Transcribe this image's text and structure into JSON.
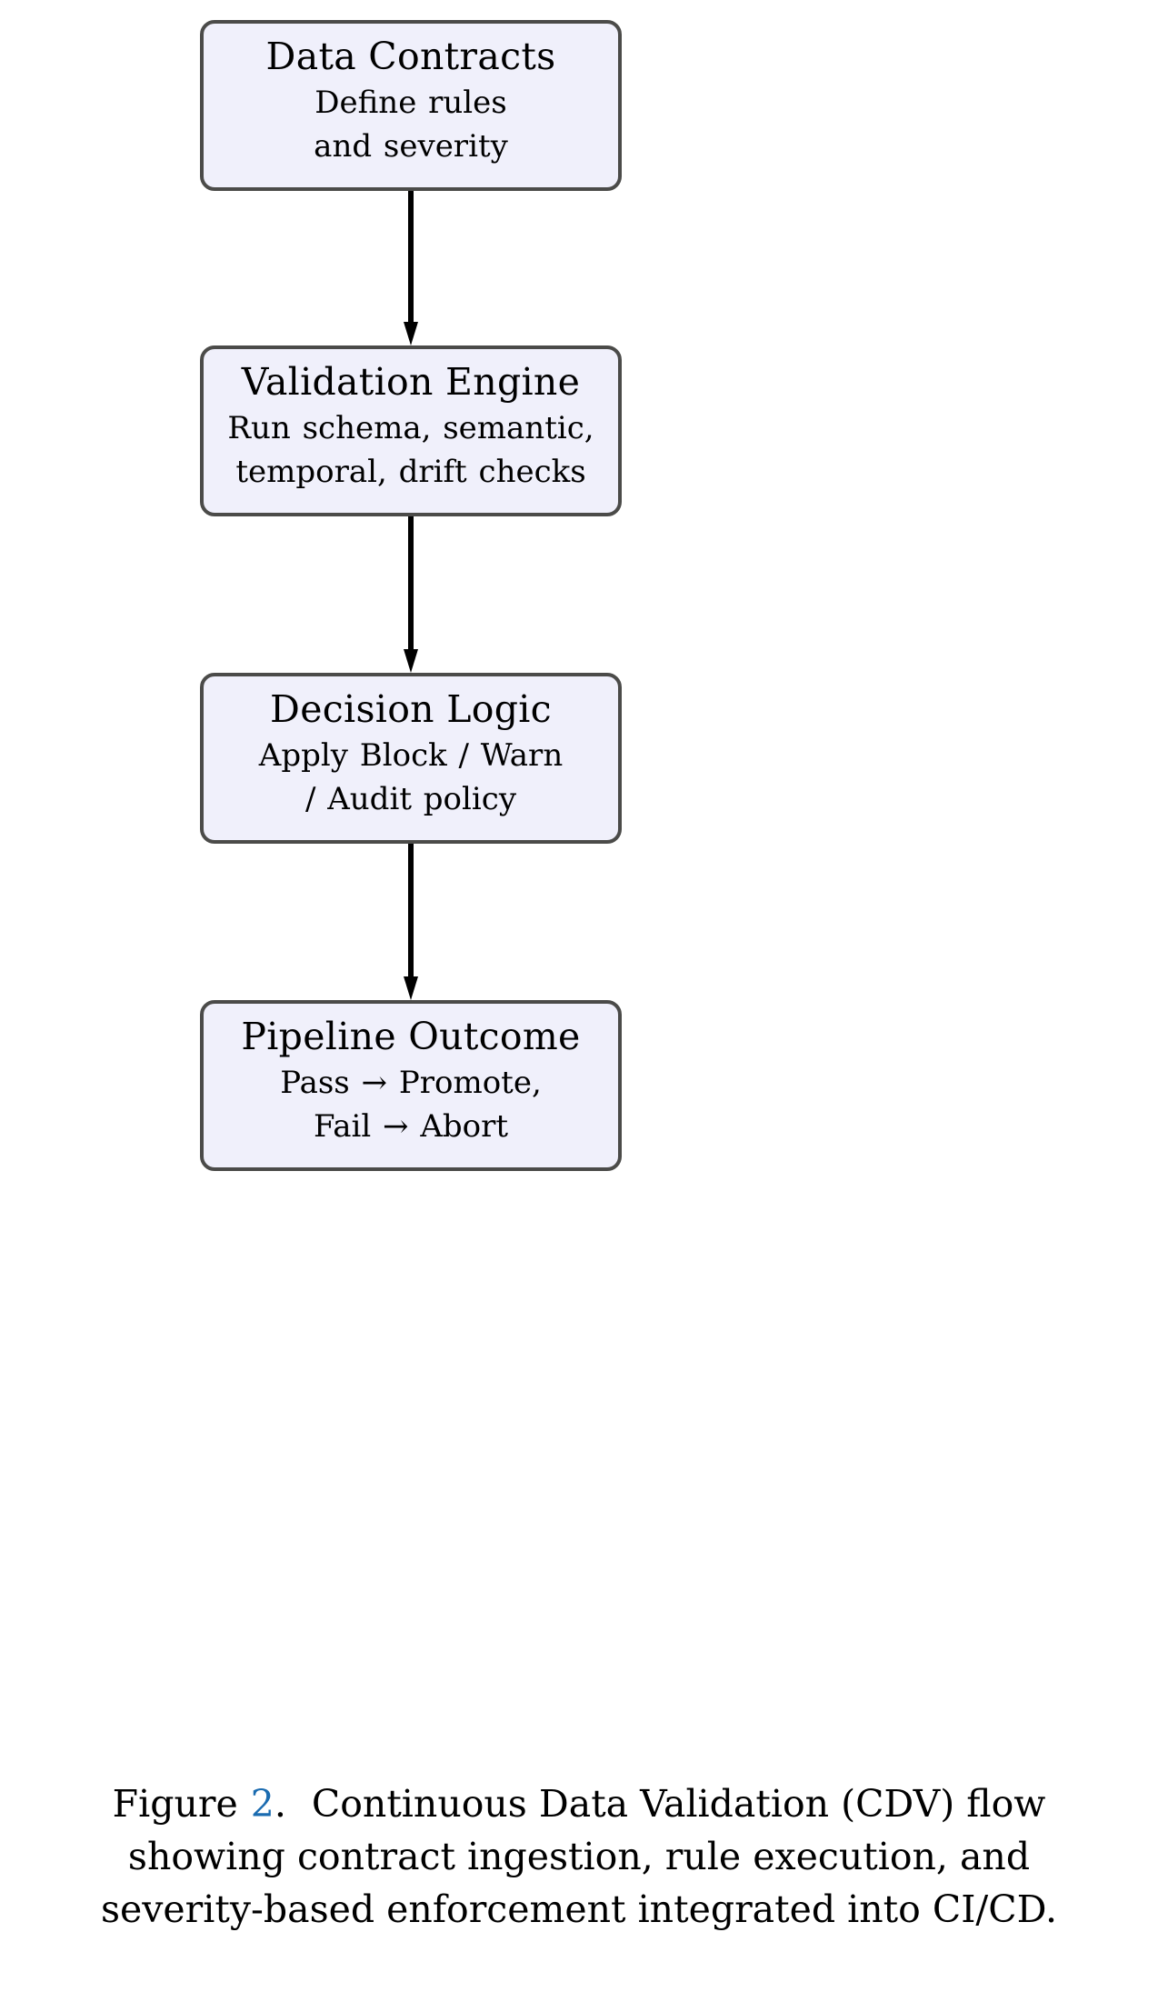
{
  "figure": {
    "type": "flowchart",
    "orientation": "vertical",
    "colors": {
      "node_fill": "#f0f0fb",
      "node_border": "#4b4b49",
      "arrow": "#000000",
      "figure_number_link": "#1a6bb0",
      "text": "#000000",
      "background": "#ffffff"
    },
    "nodes": [
      {
        "id": "data-contracts",
        "title": "Data Contracts",
        "lines": [
          "Define rules",
          "and severity"
        ]
      },
      {
        "id": "validation-engine",
        "title": "Validation Engine",
        "lines": [
          "Run schema, semantic,",
          "temporal, drift checks"
        ]
      },
      {
        "id": "decision-logic",
        "title": "Decision Logic",
        "lines": [
          "Apply Block / Warn",
          "/ Audit policy"
        ]
      },
      {
        "id": "pipeline-outcome",
        "title": "Pipeline Outcome",
        "lines": [
          "Pass → Promote,",
          "Fail → Abort"
        ]
      }
    ],
    "edges": [
      {
        "id": "edge-1",
        "from": "data-contracts",
        "to": "validation-engine",
        "style": "solid-arrow"
      },
      {
        "id": "edge-2",
        "from": "validation-engine",
        "to": "decision-logic",
        "style": "solid-arrow"
      },
      {
        "id": "edge-3",
        "from": "decision-logic",
        "to": "pipeline-outcome",
        "style": "solid-arrow"
      }
    ]
  },
  "caption": {
    "label": "Figure",
    "number": "2",
    "period": ".",
    "text": "Continuous Data Validation (CDV) flow showing contract ingestion, rule execution, and severity-based enforcement integrated into CI/CD.",
    "line1": "Continuous Data Validation (CDV) flow",
    "line2": "showing contract ingestion, rule execution, and",
    "line3": "severity-based enforcement integrated into CI/CD."
  }
}
